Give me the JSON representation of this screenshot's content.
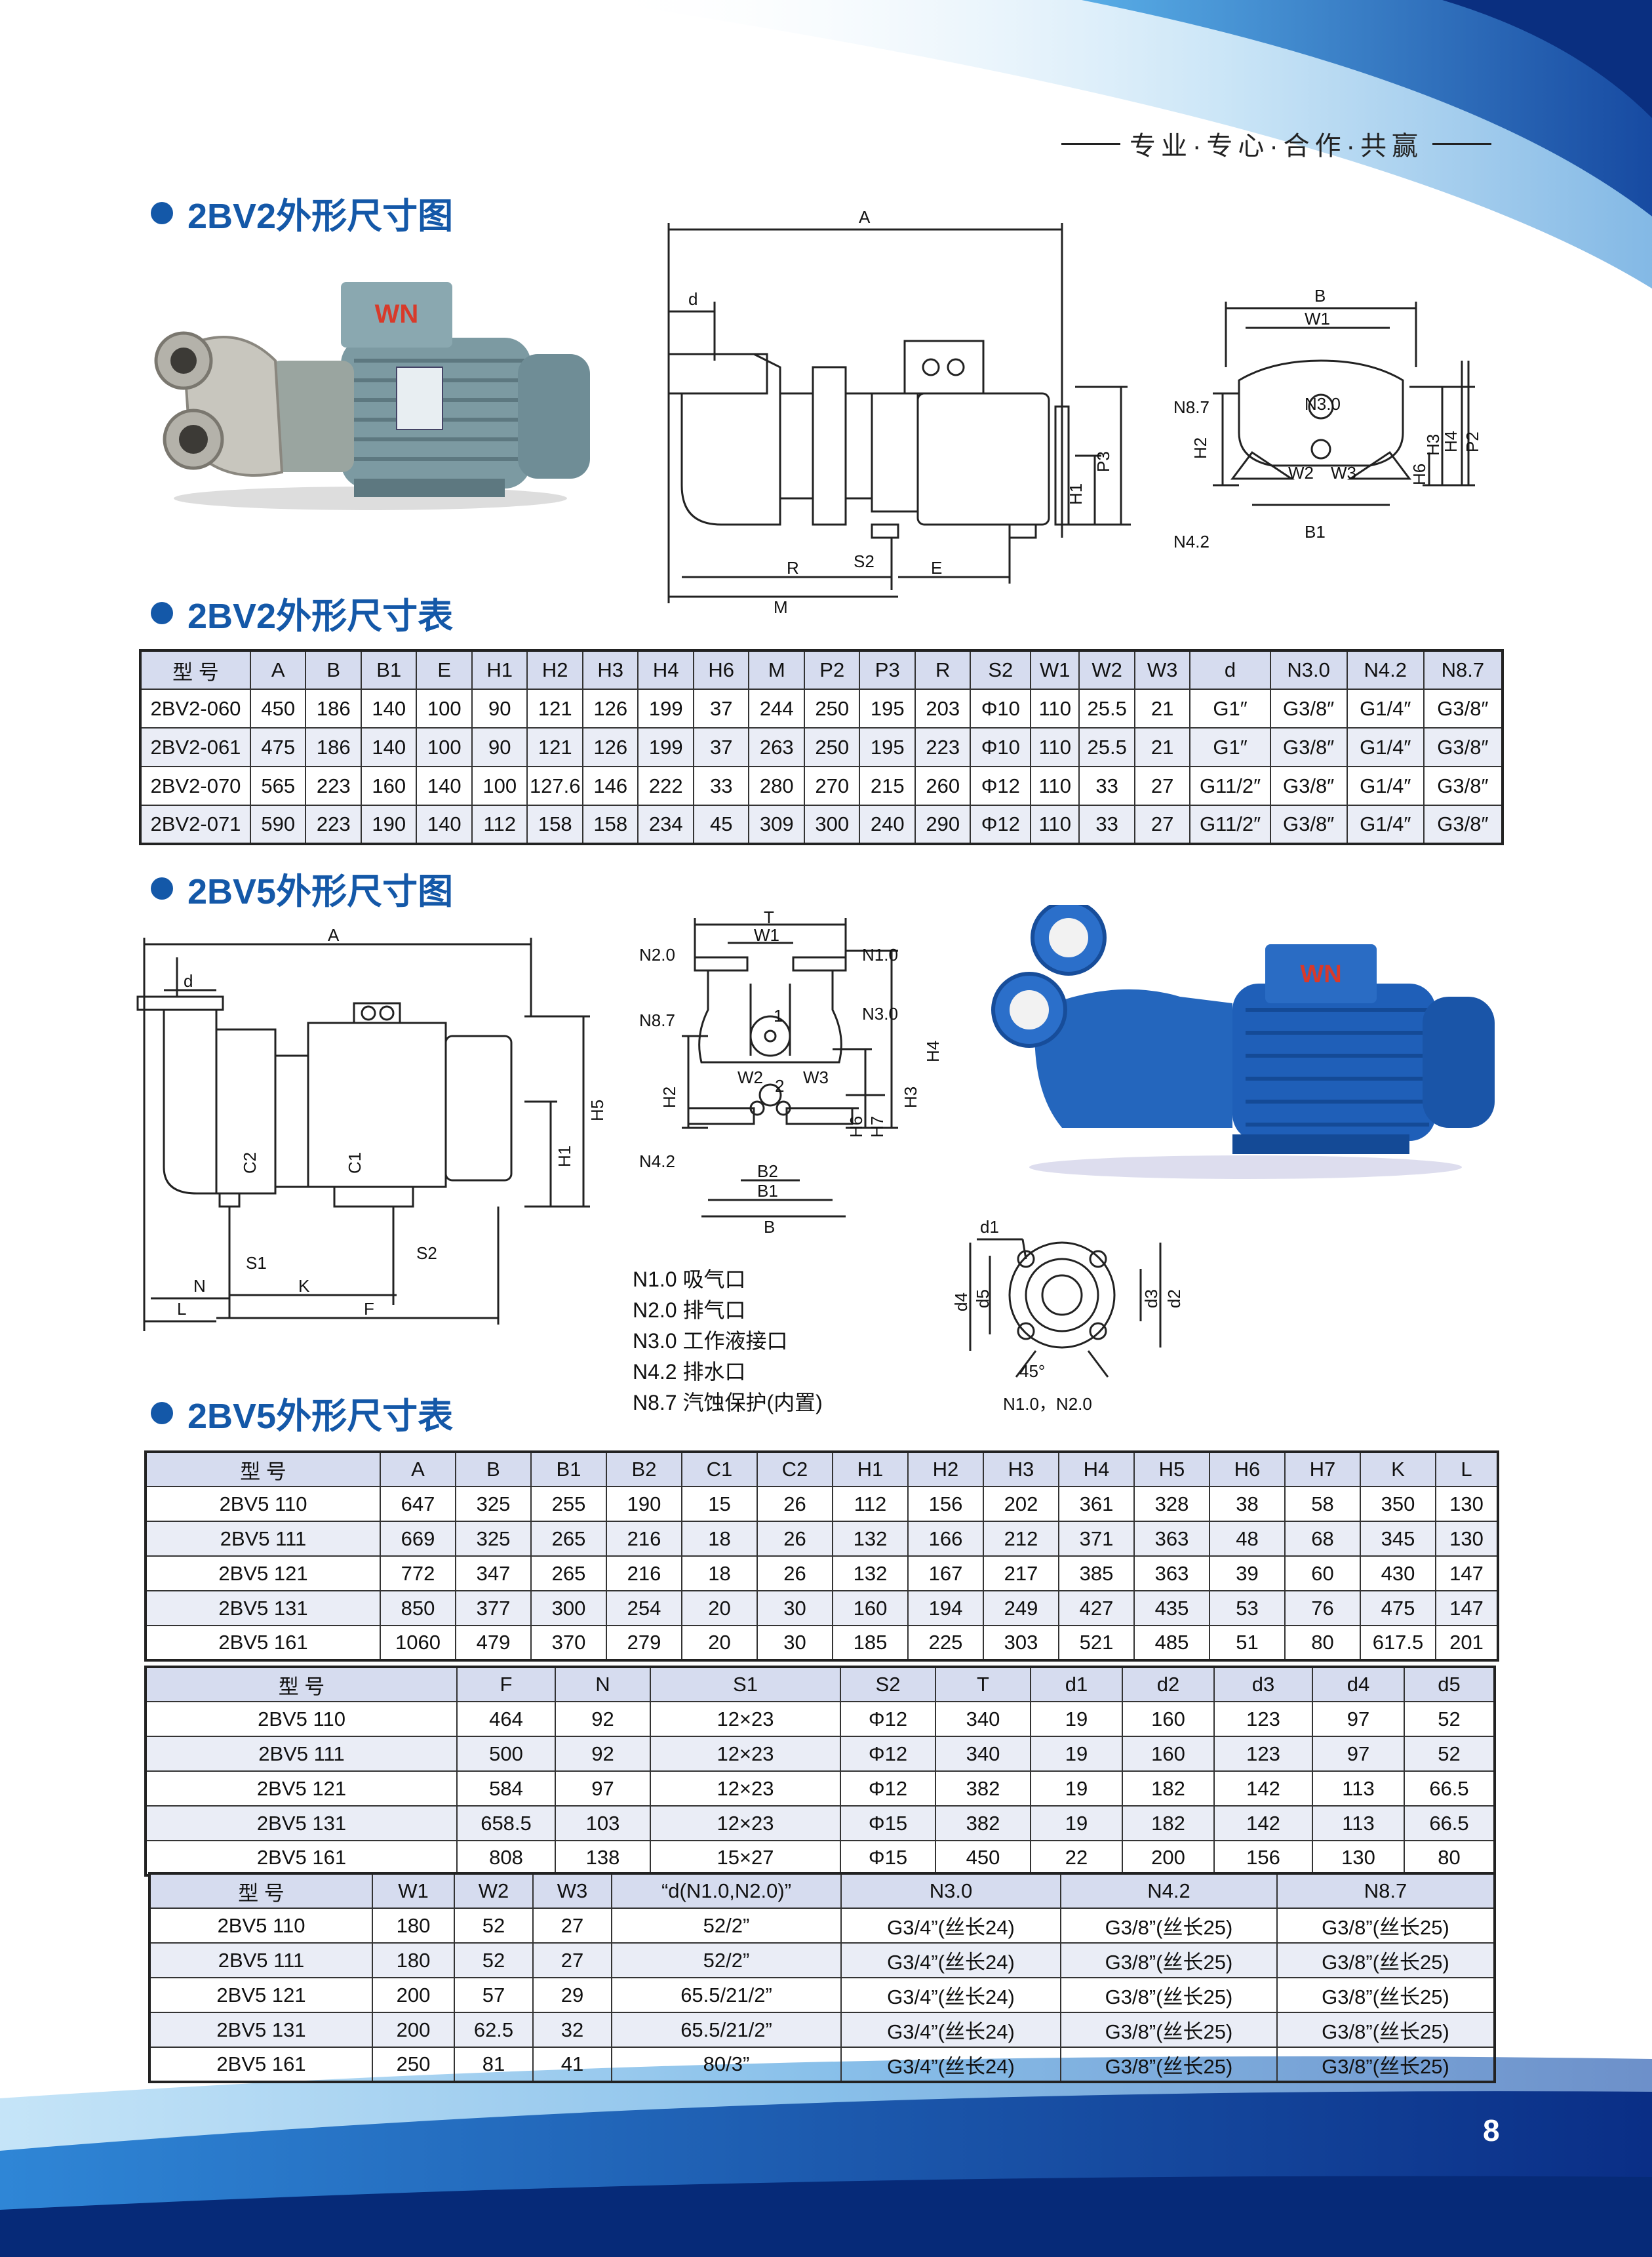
{
  "header": {
    "slogan": "专业·专心·合作·共赢"
  },
  "sections": {
    "bv2_drawing": "2BV2外形尺寸图",
    "bv2_table": "2BV2外形尺寸表",
    "bv5_drawing": "2BV5外形尺寸图",
    "bv5_table": "2BV5外形尺寸表"
  },
  "bv2_dims": {
    "A": "A",
    "d": "d",
    "R": "R",
    "S2": "S2",
    "M": "M",
    "E": "E",
    "H1": "H1",
    "P3": "P3",
    "B": "B",
    "W1": "W1",
    "N87": "N8.7",
    "N30": "N3.0",
    "H2": "H2",
    "W2": "W2",
    "W3": "W3",
    "H3": "H3",
    "H4": "H4",
    "P2": "P2",
    "H6": "H6",
    "N42": "N4.2",
    "B1": "B1"
  },
  "bv5_dims": {
    "A": "A",
    "d": "d",
    "H5": "H5",
    "H1": "H1",
    "C2": "C2",
    "C1": "C1",
    "S1": "S1",
    "S2": "S2",
    "N": "N",
    "K": "K",
    "L": "L",
    "F": "F",
    "T": "T",
    "W1": "W1",
    "N20": "N2.0",
    "N10": "N1.0",
    "N87": "N8.7",
    "N30": "N3.0",
    "H4": "H4",
    "H2": "H2",
    "W2": "W2",
    "W3": "W3",
    "H3": "H3",
    "H6": "H6",
    "H7": "H7",
    "N42": "N4.2",
    "B2": "B2",
    "B1": "B1",
    "B": "B",
    "n1": "1",
    "n2": "2",
    "d1": "d1",
    "d4": "d4",
    "d5": "d5",
    "d3": "d3",
    "d2": "d2",
    "angle": "45°",
    "flange_caption": "N1.0，N2.0"
  },
  "brand": "WN",
  "legend": [
    "N1.0  吸气口",
    "N2.0  排气口",
    "N3.0  工作液接口",
    "N4.2  排水口",
    "N8.7  汽蚀保护(内置)"
  ],
  "table_bv2": {
    "header": [
      "型 号",
      "A",
      "B",
      "B1",
      "E",
      "H1",
      "H2",
      "H3",
      "H4",
      "H6",
      "M",
      "P2",
      "P3",
      "R",
      "S2",
      "W1",
      "W2",
      "W3",
      "d",
      "N3.0",
      "N4.2",
      "N8.7"
    ],
    "rows": [
      [
        "2BV2-060",
        "450",
        "186",
        "140",
        "100",
        "90",
        "121",
        "126",
        "199",
        "37",
        "244",
        "250",
        "195",
        "203",
        "Φ10",
        "110",
        "25.5",
        "21",
        "G1″",
        "G3/8″",
        "G1/4″",
        "G3/8″"
      ],
      [
        "2BV2-061",
        "475",
        "186",
        "140",
        "100",
        "90",
        "121",
        "126",
        "199",
        "37",
        "263",
        "250",
        "195",
        "223",
        "Φ10",
        "110",
        "25.5",
        "21",
        "G1″",
        "G3/8″",
        "G1/4″",
        "G3/8″"
      ],
      [
        "2BV2-070",
        "565",
        "223",
        "160",
        "140",
        "100",
        "127.6",
        "146",
        "222",
        "33",
        "280",
        "270",
        "215",
        "260",
        "Φ12",
        "110",
        "33",
        "27",
        "G11/2″",
        "G3/8″",
        "G1/4″",
        "G3/8″"
      ],
      [
        "2BV2-071",
        "590",
        "223",
        "190",
        "140",
        "112",
        "158",
        "158",
        "234",
        "45",
        "309",
        "300",
        "240",
        "290",
        "Φ12",
        "110",
        "33",
        "27",
        "G11/2″",
        "G3/8″",
        "G1/4″",
        "G3/8″"
      ]
    ]
  },
  "table_bv5_a": {
    "header": [
      "型 号",
      "A",
      "B",
      "B1",
      "B2",
      "C1",
      "C2",
      "H1",
      "H2",
      "H3",
      "H4",
      "H5",
      "H6",
      "H7",
      "K",
      "L"
    ],
    "rows": [
      [
        "2BV5 110",
        "647",
        "325",
        "255",
        "190",
        "15",
        "26",
        "112",
        "156",
        "202",
        "361",
        "328",
        "38",
        "58",
        "350",
        "130"
      ],
      [
        "2BV5 111",
        "669",
        "325",
        "265",
        "216",
        "18",
        "26",
        "132",
        "166",
        "212",
        "371",
        "363",
        "48",
        "68",
        "345",
        "130"
      ],
      [
        "2BV5 121",
        "772",
        "347",
        "265",
        "216",
        "18",
        "26",
        "132",
        "167",
        "217",
        "385",
        "363",
        "39",
        "60",
        "430",
        "147"
      ],
      [
        "2BV5 131",
        "850",
        "377",
        "300",
        "254",
        "20",
        "30",
        "160",
        "194",
        "249",
        "427",
        "435",
        "53",
        "76",
        "475",
        "147"
      ],
      [
        "2BV5 161",
        "1060",
        "479",
        "370",
        "279",
        "20",
        "30",
        "185",
        "225",
        "303",
        "521",
        "485",
        "51",
        "80",
        "617.5",
        "201"
      ]
    ]
  },
  "table_bv5_b": {
    "header": [
      "型 号",
      "F",
      "N",
      "S1",
      "S2",
      "T",
      "d1",
      "d2",
      "d3",
      "d4",
      "d5"
    ],
    "rows": [
      [
        "2BV5 110",
        "464",
        "92",
        "12×23",
        "Φ12",
        "340",
        "19",
        "160",
        "123",
        "97",
        "52"
      ],
      [
        "2BV5 111",
        "500",
        "92",
        "12×23",
        "Φ12",
        "340",
        "19",
        "160",
        "123",
        "97",
        "52"
      ],
      [
        "2BV5 121",
        "584",
        "97",
        "12×23",
        "Φ12",
        "382",
        "19",
        "182",
        "142",
        "113",
        "66.5"
      ],
      [
        "2BV5 131",
        "658.5",
        "103",
        "12×23",
        "Φ15",
        "382",
        "19",
        "182",
        "142",
        "113",
        "66.5"
      ],
      [
        "2BV5 161",
        "808",
        "138",
        "15×27",
        "Φ15",
        "450",
        "22",
        "200",
        "156",
        "130",
        "80"
      ]
    ]
  },
  "table_bv5_c": {
    "header": [
      "型 号",
      "W1",
      "W2",
      "W3",
      "“d(N1.0,N2.0)”",
      "N3.0",
      "N4.2",
      "N8.7"
    ],
    "rows": [
      [
        "2BV5 110",
        "180",
        "52",
        "27",
        "52/2”",
        "G3/4”(丝长24)",
        "G3/8”(丝长25)",
        "G3/8”(丝长25)"
      ],
      [
        "2BV5 111",
        "180",
        "52",
        "27",
        "52/2”",
        "G3/4”(丝长24)",
        "G3/8”(丝长25)",
        "G3/8”(丝长25)"
      ],
      [
        "2BV5 121",
        "200",
        "57",
        "29",
        "65.5/21/2”",
        "G3/4”(丝长24)",
        "G3/8”(丝长25)",
        "G3/8”(丝长25)"
      ],
      [
        "2BV5 131",
        "200",
        "62.5",
        "32",
        "65.5/21/2”",
        "G3/4”(丝长24)",
        "G3/8”(丝长25)",
        "G3/8”(丝长25)"
      ],
      [
        "2BV5 161",
        "250",
        "81",
        "41",
        "80/3”",
        "G3/4”(丝长24)",
        "G3/8”(丝长25)",
        "G3/8”(丝长25)"
      ]
    ]
  },
  "page_number": "8",
  "colors": {
    "brand_blue": "#1458a8",
    "table_header": "#d6dcef",
    "table_alt": "#eaedf6",
    "pump_grey": "#7c9aa2",
    "pump_blue": "#1f5fb8"
  }
}
